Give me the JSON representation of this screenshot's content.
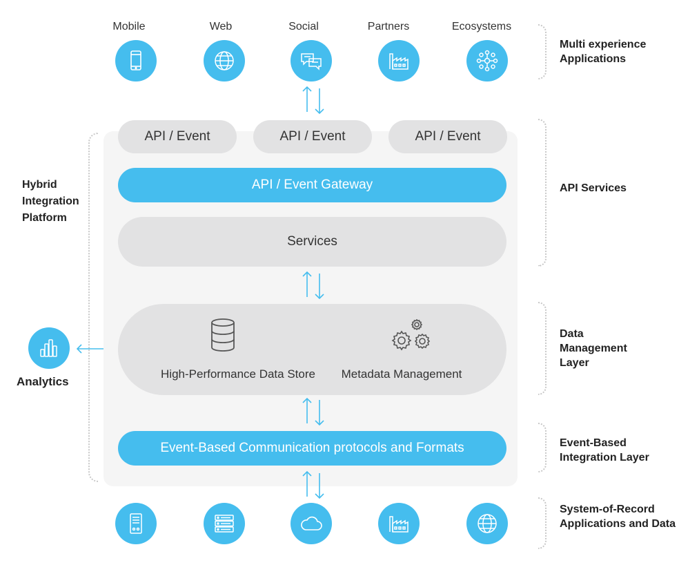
{
  "top_channels": [
    {
      "label": "Mobile",
      "icon": "mobile-icon"
    },
    {
      "label": "Web",
      "icon": "globe-icon"
    },
    {
      "label": "Social",
      "icon": "chat-icon"
    },
    {
      "label": "Partners",
      "icon": "factory-icon"
    },
    {
      "label": "Ecosystems",
      "icon": "network-icon"
    }
  ],
  "right_labels": {
    "multi_experience": "Multi experience\nApplications",
    "api_services": "API Services",
    "data_management": "Data\nManagement\nLayer",
    "event_based": "Event-Based\nIntegration Layer",
    "system_of_record": "System-of-Record\nApplications and Data"
  },
  "left_labels": {
    "hybrid": "Hybrid\nIntegration\nPlatform",
    "analytics": "Analytics"
  },
  "api_events": [
    "API / Event",
    "API / Event",
    "API / Event"
  ],
  "gateway": "API / Event Gateway",
  "services": "Services",
  "data_store": "High-Performance Data Store",
  "metadata": "Metadata Management",
  "event_protocols": "Event-Based Communication protocols and Formats",
  "bottom_icons": [
    "server-tower-icon",
    "server-rack-icon",
    "cloud-icon",
    "factory-icon",
    "globe-icon"
  ],
  "colors": {
    "accent": "#45bdee",
    "gray_pill": "#e2e2e3",
    "panel": "#f5f5f5",
    "bracket": "#c8c8c8"
  }
}
